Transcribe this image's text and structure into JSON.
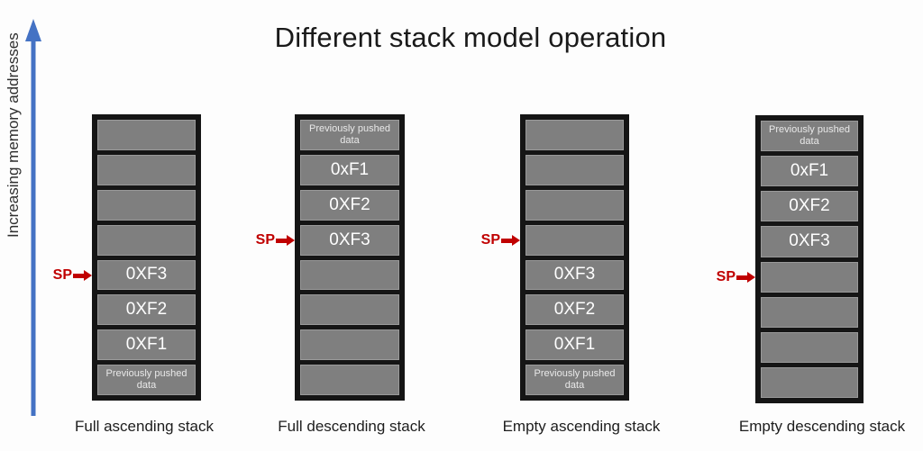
{
  "title": "Different stack model operation",
  "axis": {
    "label": "Increasing memory addresses",
    "color": "#4472C4"
  },
  "sp": {
    "label": "SP",
    "color": "#C00000"
  },
  "colors": {
    "cell_fill": "#7f7f7f",
    "frame": "#151515",
    "accent_blue": "#4472C4",
    "accent_red": "#C00000"
  },
  "stacks": [
    {
      "label": "Full ascending stack",
      "sp_cell": 4,
      "cells": [
        {
          "text": ""
        },
        {
          "text": ""
        },
        {
          "text": ""
        },
        {
          "text": ""
        },
        {
          "text": "0XF3"
        },
        {
          "text": "0XF2"
        },
        {
          "text": "0XF1"
        },
        {
          "text": "Previously pushed data",
          "small": true
        }
      ]
    },
    {
      "label": "Full descending stack",
      "sp_cell": 3,
      "cells": [
        {
          "text": "Previously pushed data",
          "small": true
        },
        {
          "text": "0xF1"
        },
        {
          "text": "0XF2"
        },
        {
          "text": "0XF3"
        },
        {
          "text": ""
        },
        {
          "text": ""
        },
        {
          "text": ""
        },
        {
          "text": ""
        }
      ]
    },
    {
      "label": "Empty ascending stack",
      "sp_cell": 3,
      "cells": [
        {
          "text": ""
        },
        {
          "text": ""
        },
        {
          "text": ""
        },
        {
          "text": ""
        },
        {
          "text": "0XF3"
        },
        {
          "text": "0XF2"
        },
        {
          "text": "0XF1"
        },
        {
          "text": "Previously pushed data",
          "small": true
        }
      ]
    },
    {
      "label": "Empty descending stack",
      "sp_cell": 4,
      "cells": [
        {
          "text": "Previously pushed data",
          "small": true
        },
        {
          "text": "0xF1"
        },
        {
          "text": "0XF2"
        },
        {
          "text": "0XF3"
        },
        {
          "text": ""
        },
        {
          "text": ""
        },
        {
          "text": ""
        },
        {
          "text": ""
        }
      ]
    }
  ]
}
